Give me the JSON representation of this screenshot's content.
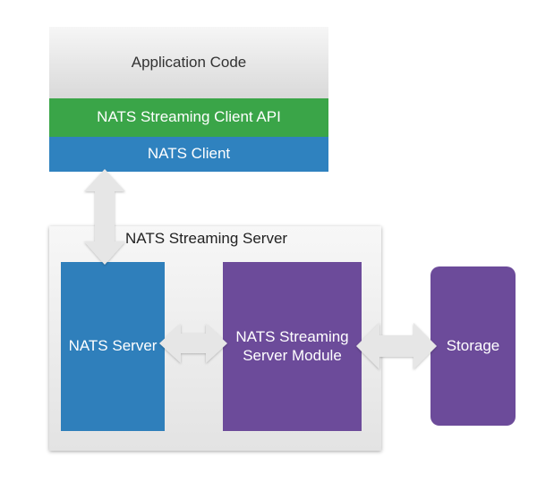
{
  "stack": {
    "application_code": "Application Code",
    "client_api": "NATS Streaming Client API",
    "nats_client": "NATS Client"
  },
  "server": {
    "title": "NATS Streaming Server",
    "nats_server": "NATS Server",
    "module_line1": "NATS Streaming",
    "module_line2": "Server Module"
  },
  "storage": "Storage",
  "colors": {
    "green": "#3aa548",
    "blue": "#2f82bf",
    "purple": "#6c4b9a",
    "arrow": "#e6e6e6"
  }
}
